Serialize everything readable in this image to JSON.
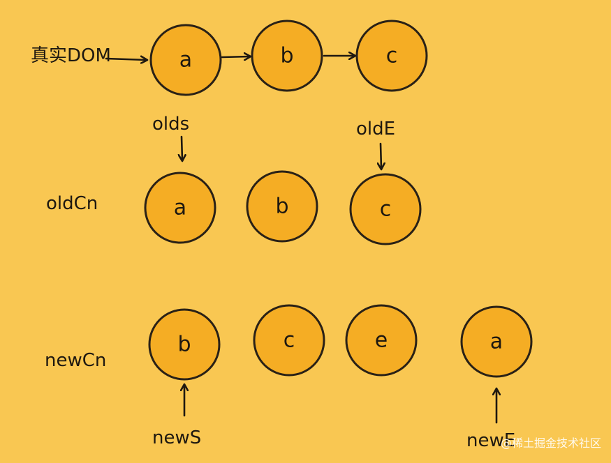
{
  "labels": {
    "real_dom": "真实DOM",
    "old_children": "oldCn",
    "new_children": "newCn",
    "old_start": "olds",
    "old_end": "oldE",
    "new_start": "newS",
    "new_end": "newE"
  },
  "real_dom_nodes": [
    "a",
    "b",
    "c"
  ],
  "old_children_nodes": [
    "a",
    "b",
    "c"
  ],
  "new_children_nodes": [
    "b",
    "c",
    "e",
    "a"
  ],
  "watermark": "@稀土掘金技术社区",
  "colors": {
    "background": "#f9c752",
    "node_fill": "#f5ad24",
    "stroke": "#2a2116"
  }
}
